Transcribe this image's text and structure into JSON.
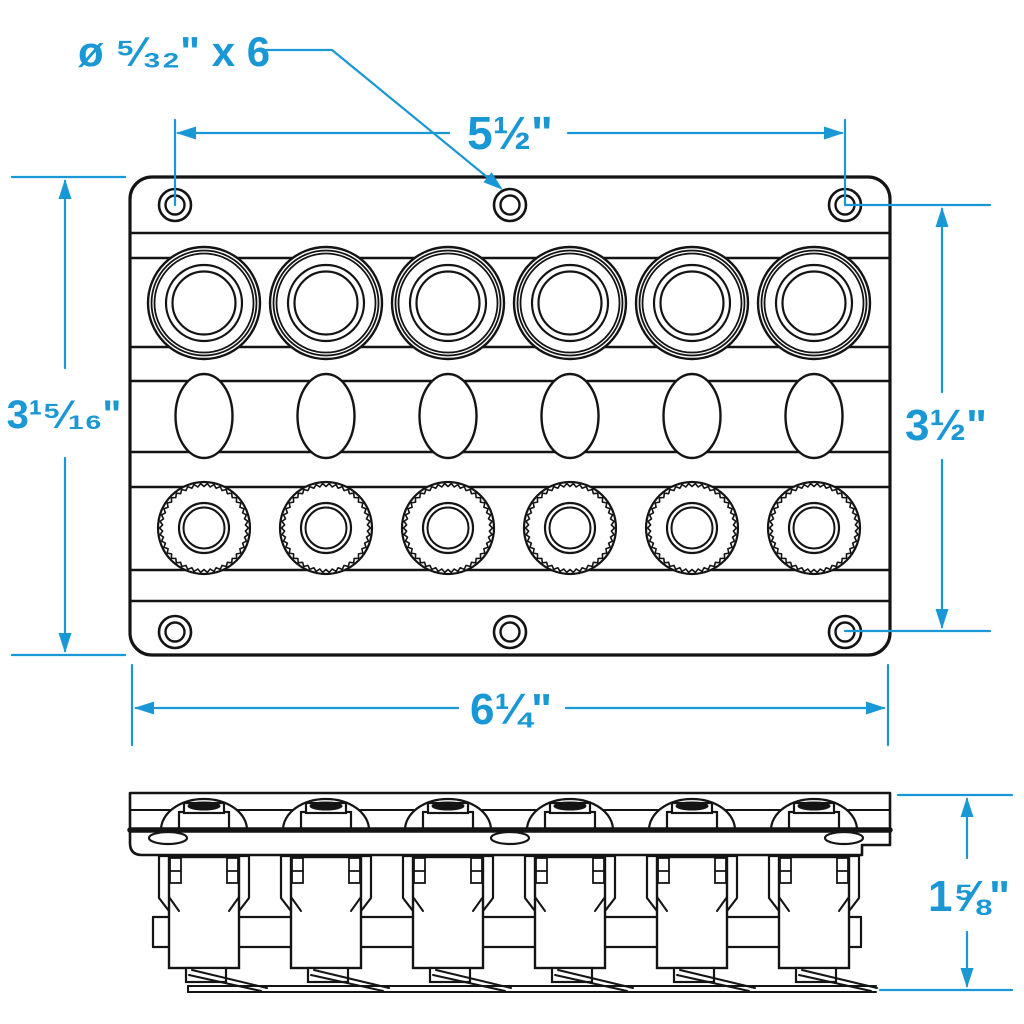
{
  "colors": {
    "line": "#141414",
    "dimension": "#1a97d5",
    "background": "#ffffff"
  },
  "annotations": {
    "hole_callout": "ø ⁵⁄₃₂\" x 6",
    "top_hole_spacing_width": "5½\"",
    "overall_height": "3¹⁵⁄₁₆\"",
    "side_hole_spacing_height": "3½\"",
    "overall_width": "6¼\"",
    "side_view_depth": "1⅝\""
  },
  "views": {
    "front_panel": {
      "mounting_holes": 6,
      "breaker_buttons": 6,
      "oval_cutouts": 6,
      "knurled_knobs": 6
    },
    "side_profile": {
      "button_caps": 6,
      "switch_bodies": 6,
      "countersunk_slots": 3
    }
  }
}
